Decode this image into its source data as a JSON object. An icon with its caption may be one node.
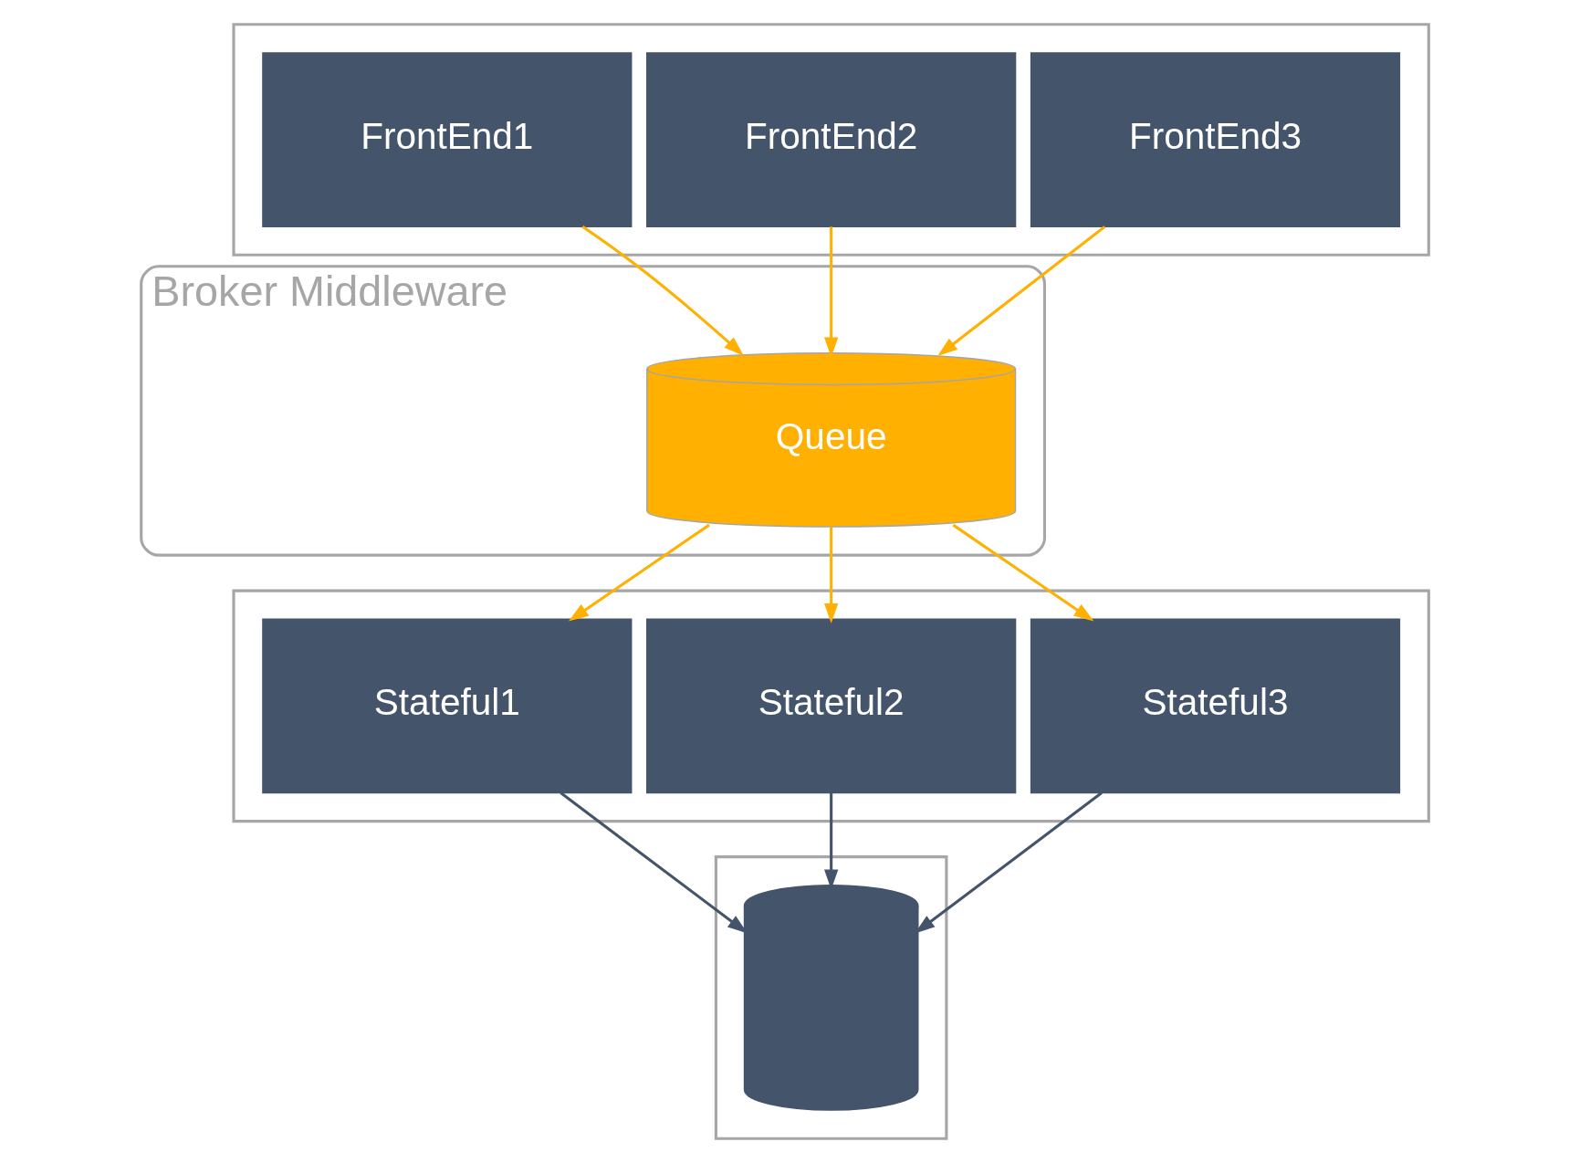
{
  "diagram": {
    "nodes": [
      {
        "text": [],
        "shape": "box"
      },
      {
        "text": [
          "FrontEnd1"
        ],
        "in": 0
      },
      {
        "text": [
          "FrontEnd2"
        ],
        "in": 0
      },
      {
        "text": [
          "FrontEnd3"
        ],
        "in": 0
      },
      {
        "text": [
          "Broker Middleware"
        ]
      },
      {
        "text": [
          "Queue"
        ],
        "in": 4
      },
      {
        "text": [],
        "shape": "box"
      },
      {
        "text": [
          "Stateful1"
        ],
        "in": 6
      },
      {
        "text": [
          "Stateful2"
        ],
        "in": 6
      },
      {
        "text": [
          "Stateful3"
        ],
        "in": 6
      },
      {
        "text": [],
        "shape": "box"
      },
      {
        "text": [],
        "shape": "cylinder",
        "in": 10
      }
    ],
    "edges": [
      {
        "from": 1,
        "to": 5,
        "arrow": "to"
      },
      {
        "from": 2,
        "to": 5,
        "arrow": "to"
      },
      {
        "from": 3,
        "to": 5,
        "arrow": "to"
      },
      {
        "from": 5,
        "to": 7,
        "arrow": "to"
      },
      {
        "from": 5,
        "to": 8,
        "arrow": "to"
      },
      {
        "from": 5,
        "to": 9,
        "arrow": "to"
      },
      {
        "from": 7,
        "to": 11,
        "arrow": "to",
        "color": "#44546a"
      },
      {
        "from": 8,
        "to": 11,
        "arrow": "to",
        "color": "#44546a"
      },
      {
        "from": 9,
        "to": 11,
        "arrow": "to",
        "color": "#44546a"
      }
    ]
  }
}
